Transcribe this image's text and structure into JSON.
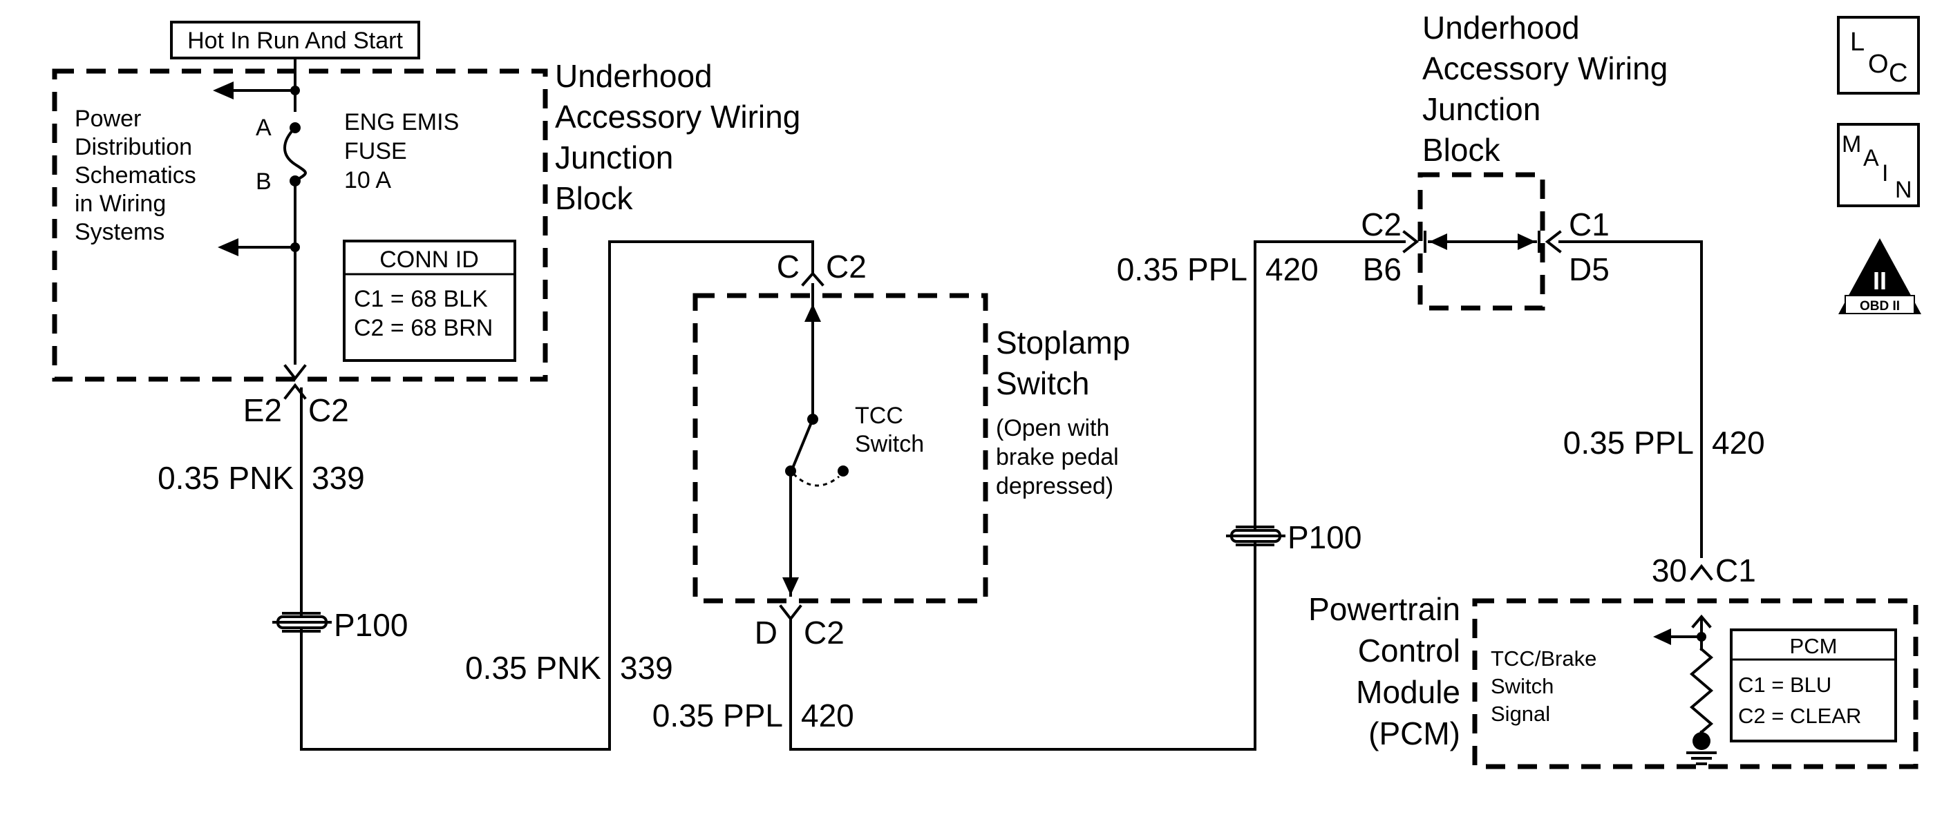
{
  "header": {
    "hot_label": "Hot In Run And Start"
  },
  "junction_block_left": {
    "title_lines": [
      "Underhood",
      "Accessory Wiring",
      "Junction",
      "Block"
    ],
    "power_dist_lines": [
      "Power",
      "Distribution",
      "Schematics",
      "in Wiring",
      "Systems"
    ],
    "pin_a": "A",
    "pin_b": "B",
    "fuse_lines": [
      "ENG EMIS",
      "FUSE",
      "10 A"
    ],
    "conn_id": {
      "title": "CONN ID",
      "c1": "C1 = 68 BLK",
      "c2": "C2 = 68 BRN"
    },
    "out_pin": "E2",
    "out_conn": "C2"
  },
  "wires": {
    "w1_gauge": "0.35 PNK",
    "w1_circuit": "339",
    "w2_gauge": "0.35 PNK",
    "w2_circuit": "339",
    "w3_gauge": "0.35 PPL",
    "w3_circuit": "420",
    "w4_gauge": "0.35 PPL",
    "w4_circuit": "420",
    "w5_gauge": "0.35 PPL",
    "w5_circuit": "420"
  },
  "splices": {
    "s1": "P100",
    "s2": "P100"
  },
  "stoplamp": {
    "pin_top": "C",
    "conn_top": "C2",
    "pin_bottom": "D",
    "conn_bottom": "C2",
    "title_lines": [
      "Stoplamp",
      "Switch"
    ],
    "note_lines": [
      "(Open with",
      "brake pedal",
      "depressed)"
    ],
    "tcc_lines": [
      "TCC",
      "Switch"
    ]
  },
  "junction_block_right": {
    "title_lines": [
      "Underhood",
      "Accessory Wiring",
      "Junction",
      "Block"
    ],
    "left_conn": "C2",
    "left_pin": "B6",
    "right_conn": "C1",
    "right_pin": "D5"
  },
  "pcm": {
    "pin": "30",
    "conn": "C1",
    "title_lines": [
      "Powertrain",
      "Control",
      "Module",
      "(PCM)"
    ],
    "signal_lines": [
      "TCC/Brake",
      "Switch",
      "Signal"
    ],
    "box_title": "PCM",
    "c1": "C1 = BLU",
    "c2": "C2 = CLEAR"
  },
  "icons": {
    "loc": {
      "main": "L",
      "sub": "O",
      "sub2": "C"
    },
    "main": {
      "l1": "M",
      "l2": "A",
      "l3": "I",
      "l4": "N"
    },
    "obd": {
      "numeral": "II",
      "label": "OBD II"
    }
  }
}
